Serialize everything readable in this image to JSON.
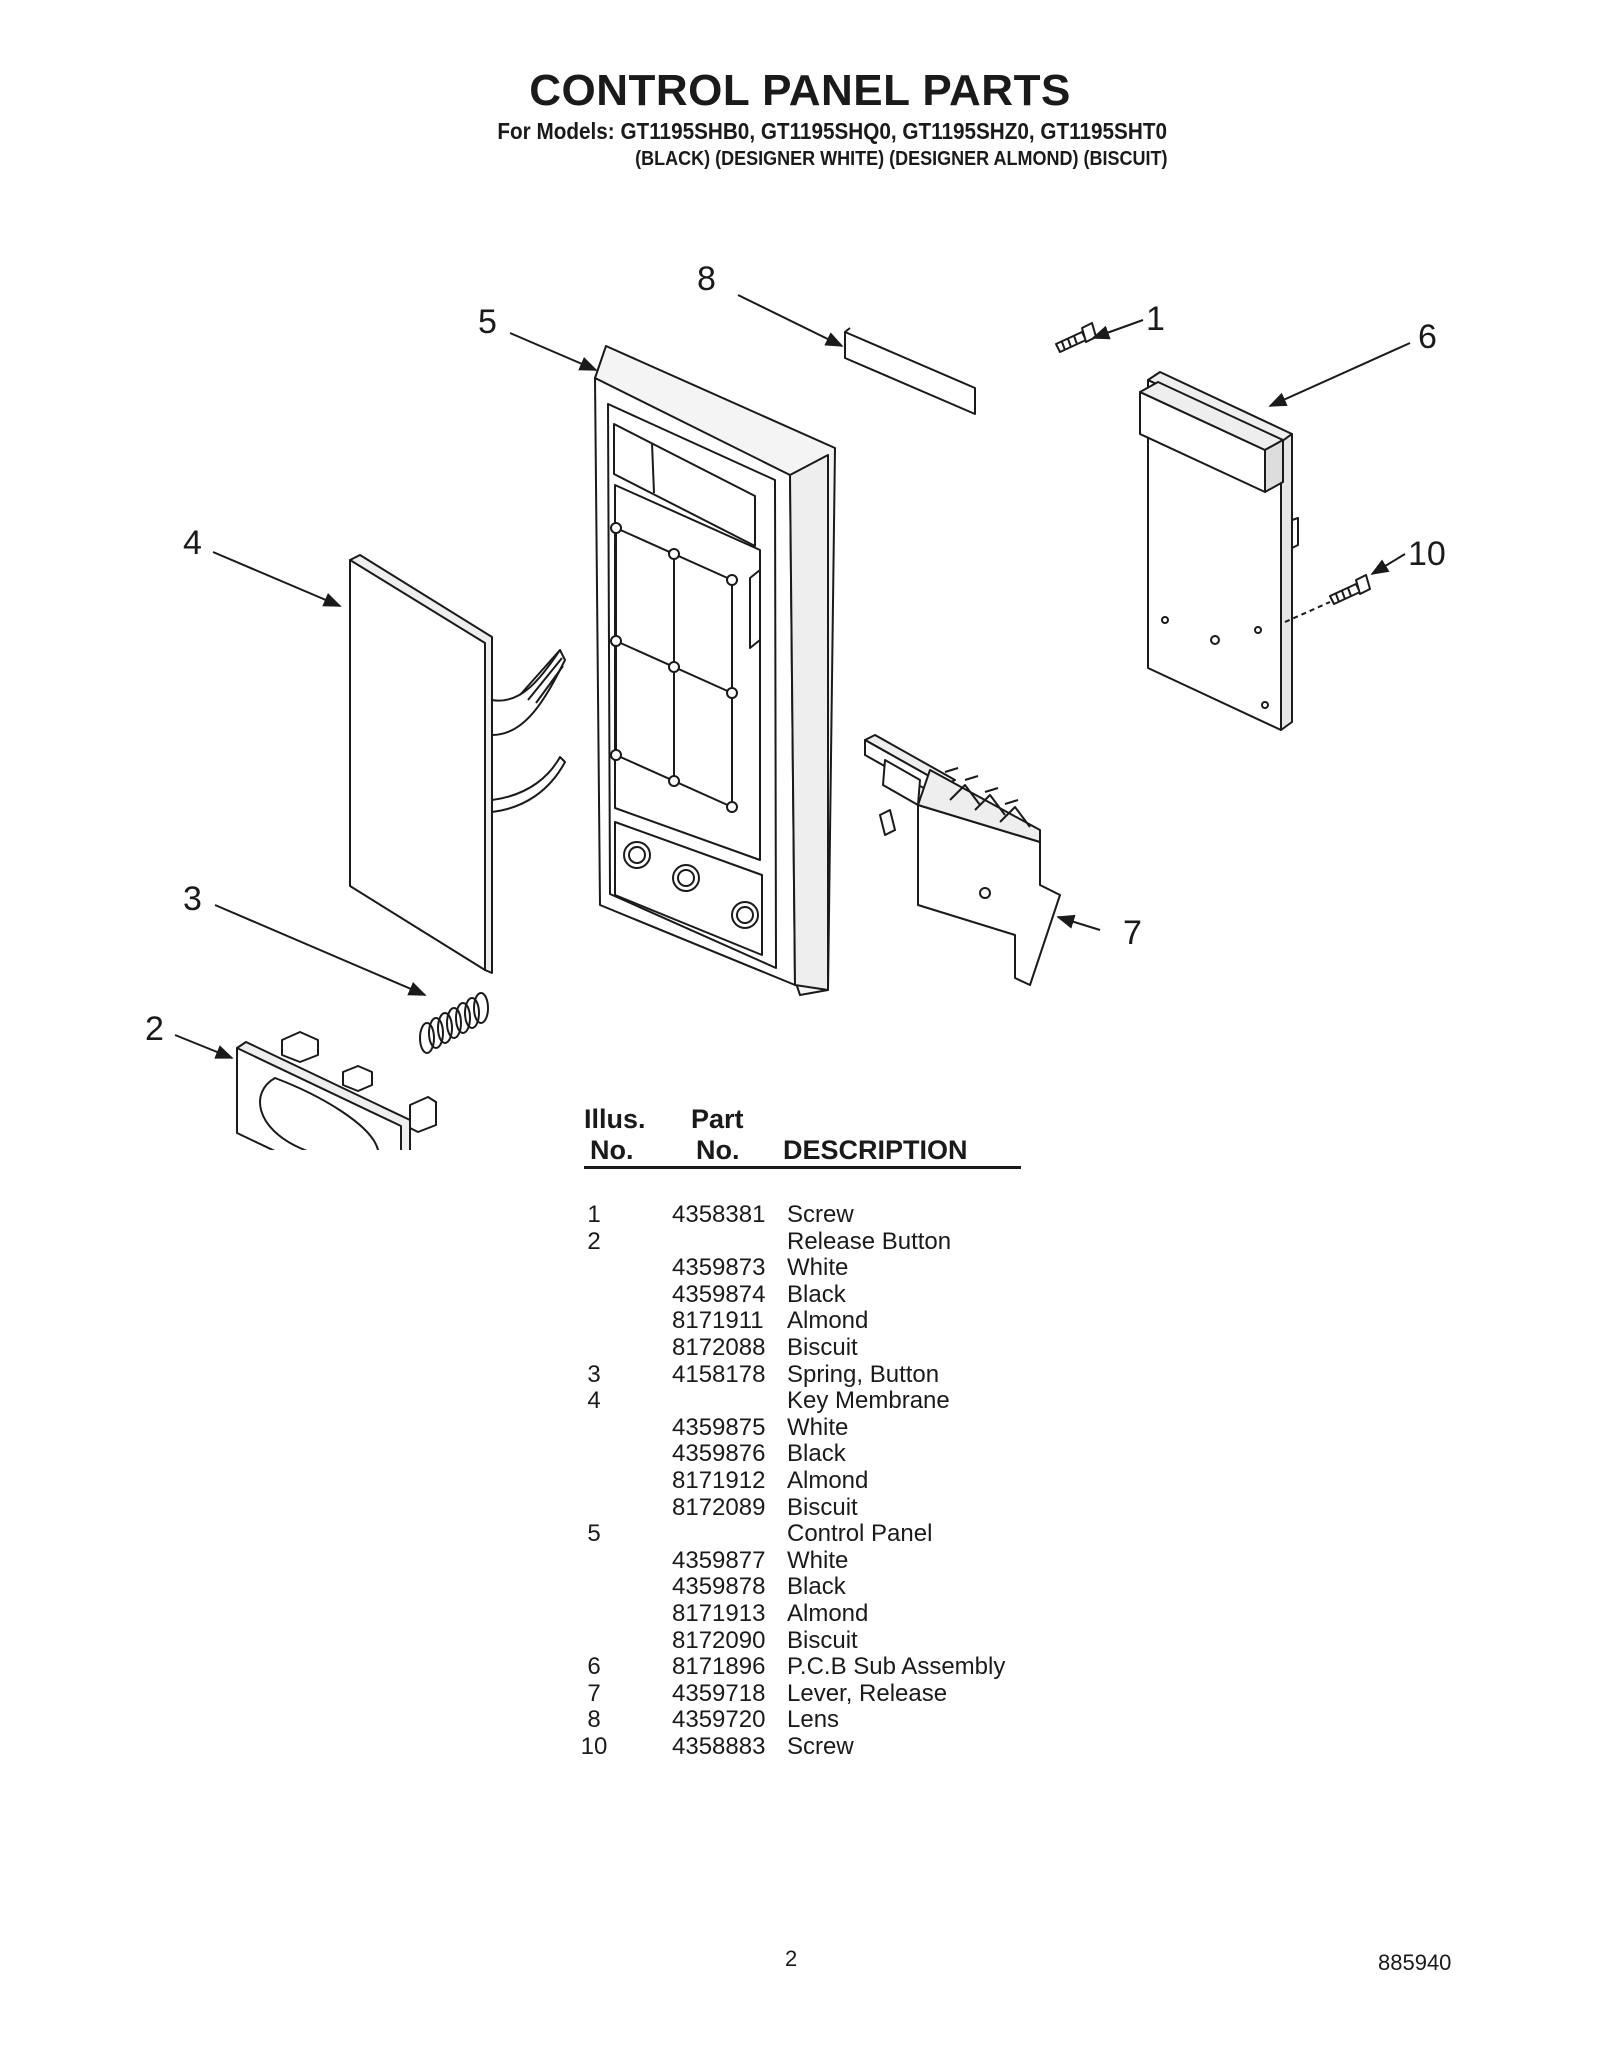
{
  "header": {
    "title": "CONTROL PANEL PARTS",
    "models": "For Models: GT1195SHB0, GT1195SHQ0, GT1195SHZ0, GT1195SHT0",
    "colors": "(BLACK) (DESIGNER WHITE) (DESIGNER ALMOND) (BISCUIT)"
  },
  "diagram": {
    "callouts": [
      "1",
      "2",
      "3",
      "4",
      "5",
      "6",
      "7",
      "8",
      "10"
    ]
  },
  "table": {
    "headers": {
      "illus_top": "Illus.",
      "illus_bottom": "No.",
      "part_top": "Part",
      "part_bottom": "No.",
      "description": "DESCRIPTION"
    },
    "rows": [
      {
        "no": "1",
        "part": "4358381",
        "desc": "Screw"
      },
      {
        "no": "2",
        "part": "",
        "desc": "Release Button"
      },
      {
        "no": "",
        "part": "4359873",
        "desc": "White"
      },
      {
        "no": "",
        "part": "4359874",
        "desc": "Black"
      },
      {
        "no": "",
        "part": "8171911",
        "desc": "Almond"
      },
      {
        "no": "",
        "part": "8172088",
        "desc": "Biscuit"
      },
      {
        "no": "3",
        "part": "4158178",
        "desc": "Spring, Button"
      },
      {
        "no": "4",
        "part": "",
        "desc": "Key Membrane"
      },
      {
        "no": "",
        "part": "4359875",
        "desc": "White"
      },
      {
        "no": "",
        "part": "4359876",
        "desc": "Black"
      },
      {
        "no": "",
        "part": "8171912",
        "desc": "Almond"
      },
      {
        "no": "",
        "part": "8172089",
        "desc": "Biscuit"
      },
      {
        "no": "5",
        "part": "",
        "desc": "Control Panel"
      },
      {
        "no": "",
        "part": "4359877",
        "desc": "White"
      },
      {
        "no": "",
        "part": "4359878",
        "desc": "Black"
      },
      {
        "no": "",
        "part": "8171913",
        "desc": "Almond"
      },
      {
        "no": "",
        "part": "8172090",
        "desc": "Biscuit"
      },
      {
        "no": "6",
        "part": "8171896",
        "desc": "P.C.B Sub Assembly"
      },
      {
        "no": "7",
        "part": "4359718",
        "desc": "Lever, Release"
      },
      {
        "no": "8",
        "part": "4359720",
        "desc": "Lens"
      },
      {
        "no": "10",
        "part": "4358883",
        "desc": "Screw"
      }
    ]
  },
  "footer": {
    "page": "2",
    "doc_number": "885940"
  }
}
